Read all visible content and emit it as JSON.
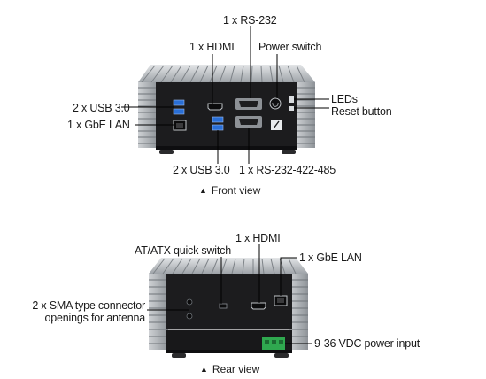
{
  "front": {
    "labels": {
      "rs232": "1 x RS-232",
      "hdmi": "1 x HDMI",
      "power_switch": "Power switch",
      "usb30_left": "2 x USB 3.0",
      "gbe_lan": "1 x GbE LAN",
      "leds": "LEDs",
      "reset_button": "Reset button",
      "usb30_bottom": "2 x USB 3.0",
      "rs232_422_485": "1 x RS-232-422-485"
    },
    "caption": "Front view"
  },
  "rear": {
    "labels": {
      "atx_switch": "AT/ATX quick switch",
      "hdmi": "1 x HDMI",
      "gbe_lan": "1 x GbE LAN",
      "sma_line1": "2 x SMA type connector",
      "sma_line2": "openings for antenna",
      "power_input": "9-36 VDC power input"
    },
    "caption": "Rear view"
  },
  "caption_marker": "▲",
  "colors": {
    "chassis_dark": "#1c1c1e",
    "heatsink": "#b8bcc0",
    "usb_blue": "#2a6fd6",
    "terminal_green": "#2fa84f"
  }
}
